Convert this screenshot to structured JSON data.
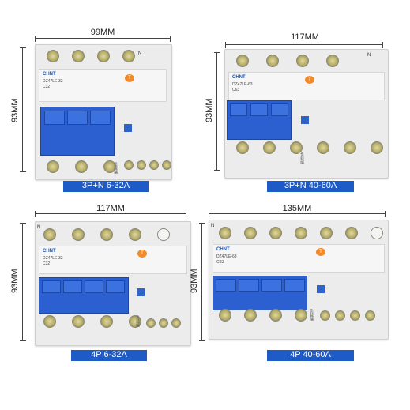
{
  "panels": [
    {
      "width_label": "99MM",
      "height_label": "93MM",
      "caption": "3P+N 6-32A",
      "brand": "CHNT",
      "model": "DZ47LE-32",
      "rating": "C32",
      "n_mark": "N",
      "side_text": "负载端"
    },
    {
      "width_label": "117MM",
      "height_label": "93MM",
      "caption": "3P+N  40-60A",
      "brand": "CHNT",
      "model": "DZ47LE-63",
      "rating": "C63",
      "n_mark": "N",
      "side_text": "负载端"
    },
    {
      "width_label": "117MM",
      "height_label": "93MM",
      "caption": "4P 6-32A",
      "brand": "CHNT",
      "model": "DZ47LE-32",
      "rating": "C32",
      "n_mark": "N",
      "side_text": "负载端"
    },
    {
      "width_label": "135MM",
      "height_label": "93MM",
      "caption": "4P  40-60A",
      "brand": "CHNT",
      "model": "DZ47LE-63",
      "rating": "C63",
      "n_mark": "N",
      "side_text": "负载端"
    }
  ],
  "colors": {
    "accent_blue": "#1e5bc6",
    "handle_blue": "#3b72e0",
    "test_orange": "#f08a2a",
    "body_gray": "#ececec"
  },
  "icons": [
    "terminal-screw-icon",
    "test-button-icon"
  ]
}
